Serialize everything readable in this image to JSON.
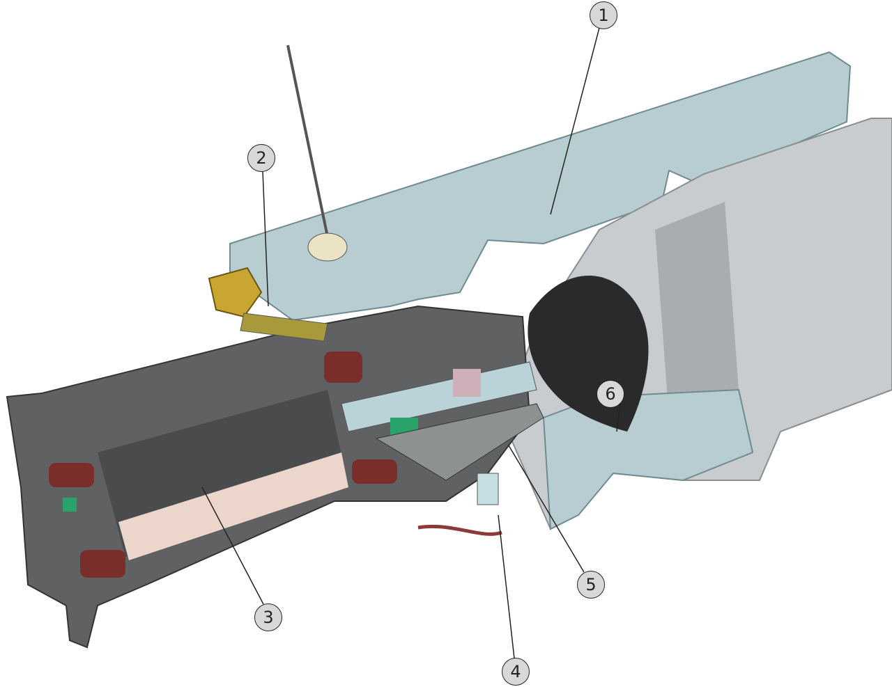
{
  "figure": {
    "callouts": [
      {
        "label": "1"
      },
      {
        "label": "2"
      },
      {
        "label": "3"
      },
      {
        "label": "4"
      },
      {
        "label": "5"
      },
      {
        "label": "6"
      }
    ]
  },
  "colors": {
    "bracket": "#b7cdd2",
    "housing": "#5f6163",
    "motor": "#4a4b4d",
    "boot": "#2a2a2c",
    "coil": "#7a2e2c",
    "brass": "#c9a632",
    "seal": "#2aa36a"
  }
}
